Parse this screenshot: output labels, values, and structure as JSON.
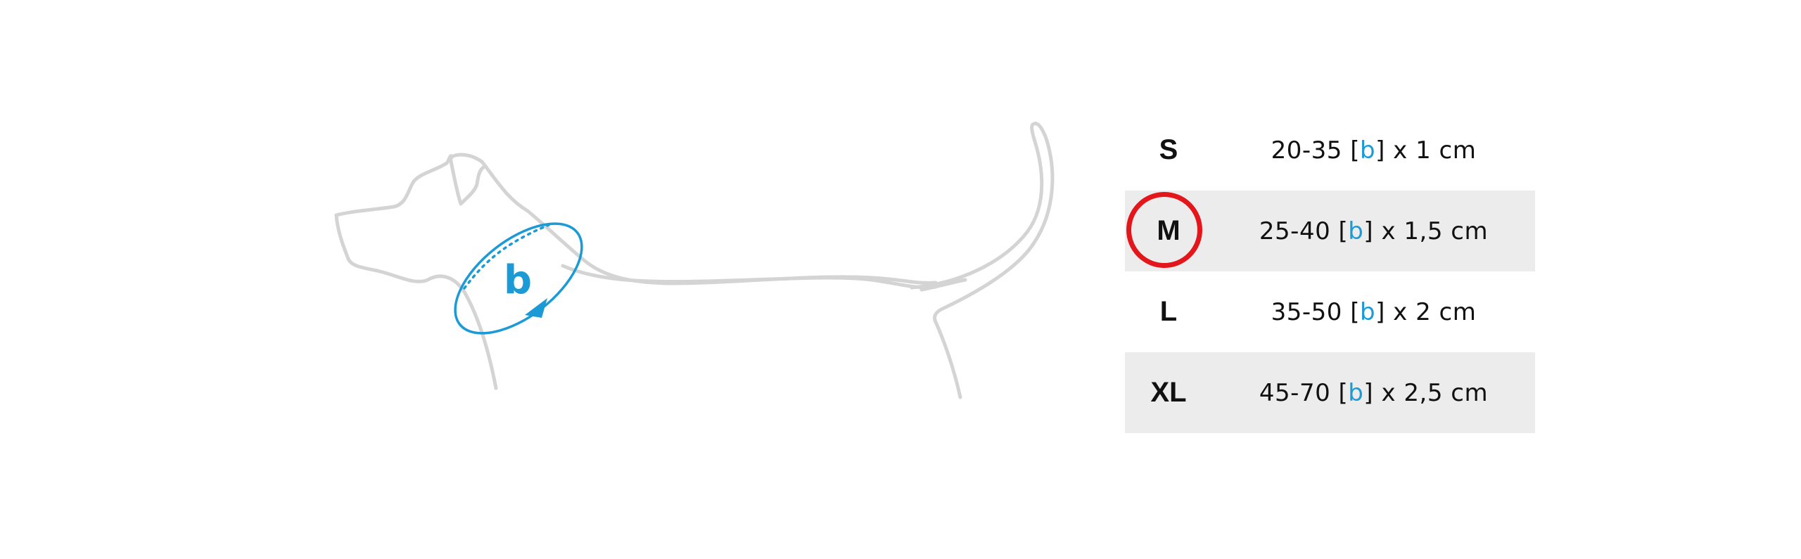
{
  "diagram": {
    "measure_label": "b",
    "outline_color": "#d4d4d4",
    "measure_color": "#1b9ad6",
    "icons": [
      "dog-outline",
      "neck-measurement-loop"
    ]
  },
  "size_table": {
    "accent_color": "#1b9ad6",
    "highlight_color": "#e3161b",
    "shaded_row_color": "#ececec",
    "selected_size": "M",
    "rows": [
      {
        "size": "S",
        "range": "20-35",
        "open_bracket": " [",
        "marker": "b",
        "close_bracket": "]",
        "width": " x 1 cm"
      },
      {
        "size": "M",
        "range": "25-40",
        "open_bracket": " [",
        "marker": "b",
        "close_bracket": "]",
        "width": " x 1,5 cm"
      },
      {
        "size": "L",
        "range": "35-50",
        "open_bracket": " [",
        "marker": "b",
        "close_bracket": "]",
        "width": " x 2 cm"
      },
      {
        "size": "XL",
        "range": "45-70",
        "open_bracket": " [",
        "marker": "b",
        "close_bracket": "]",
        "width": " x 2,5 cm"
      }
    ]
  }
}
